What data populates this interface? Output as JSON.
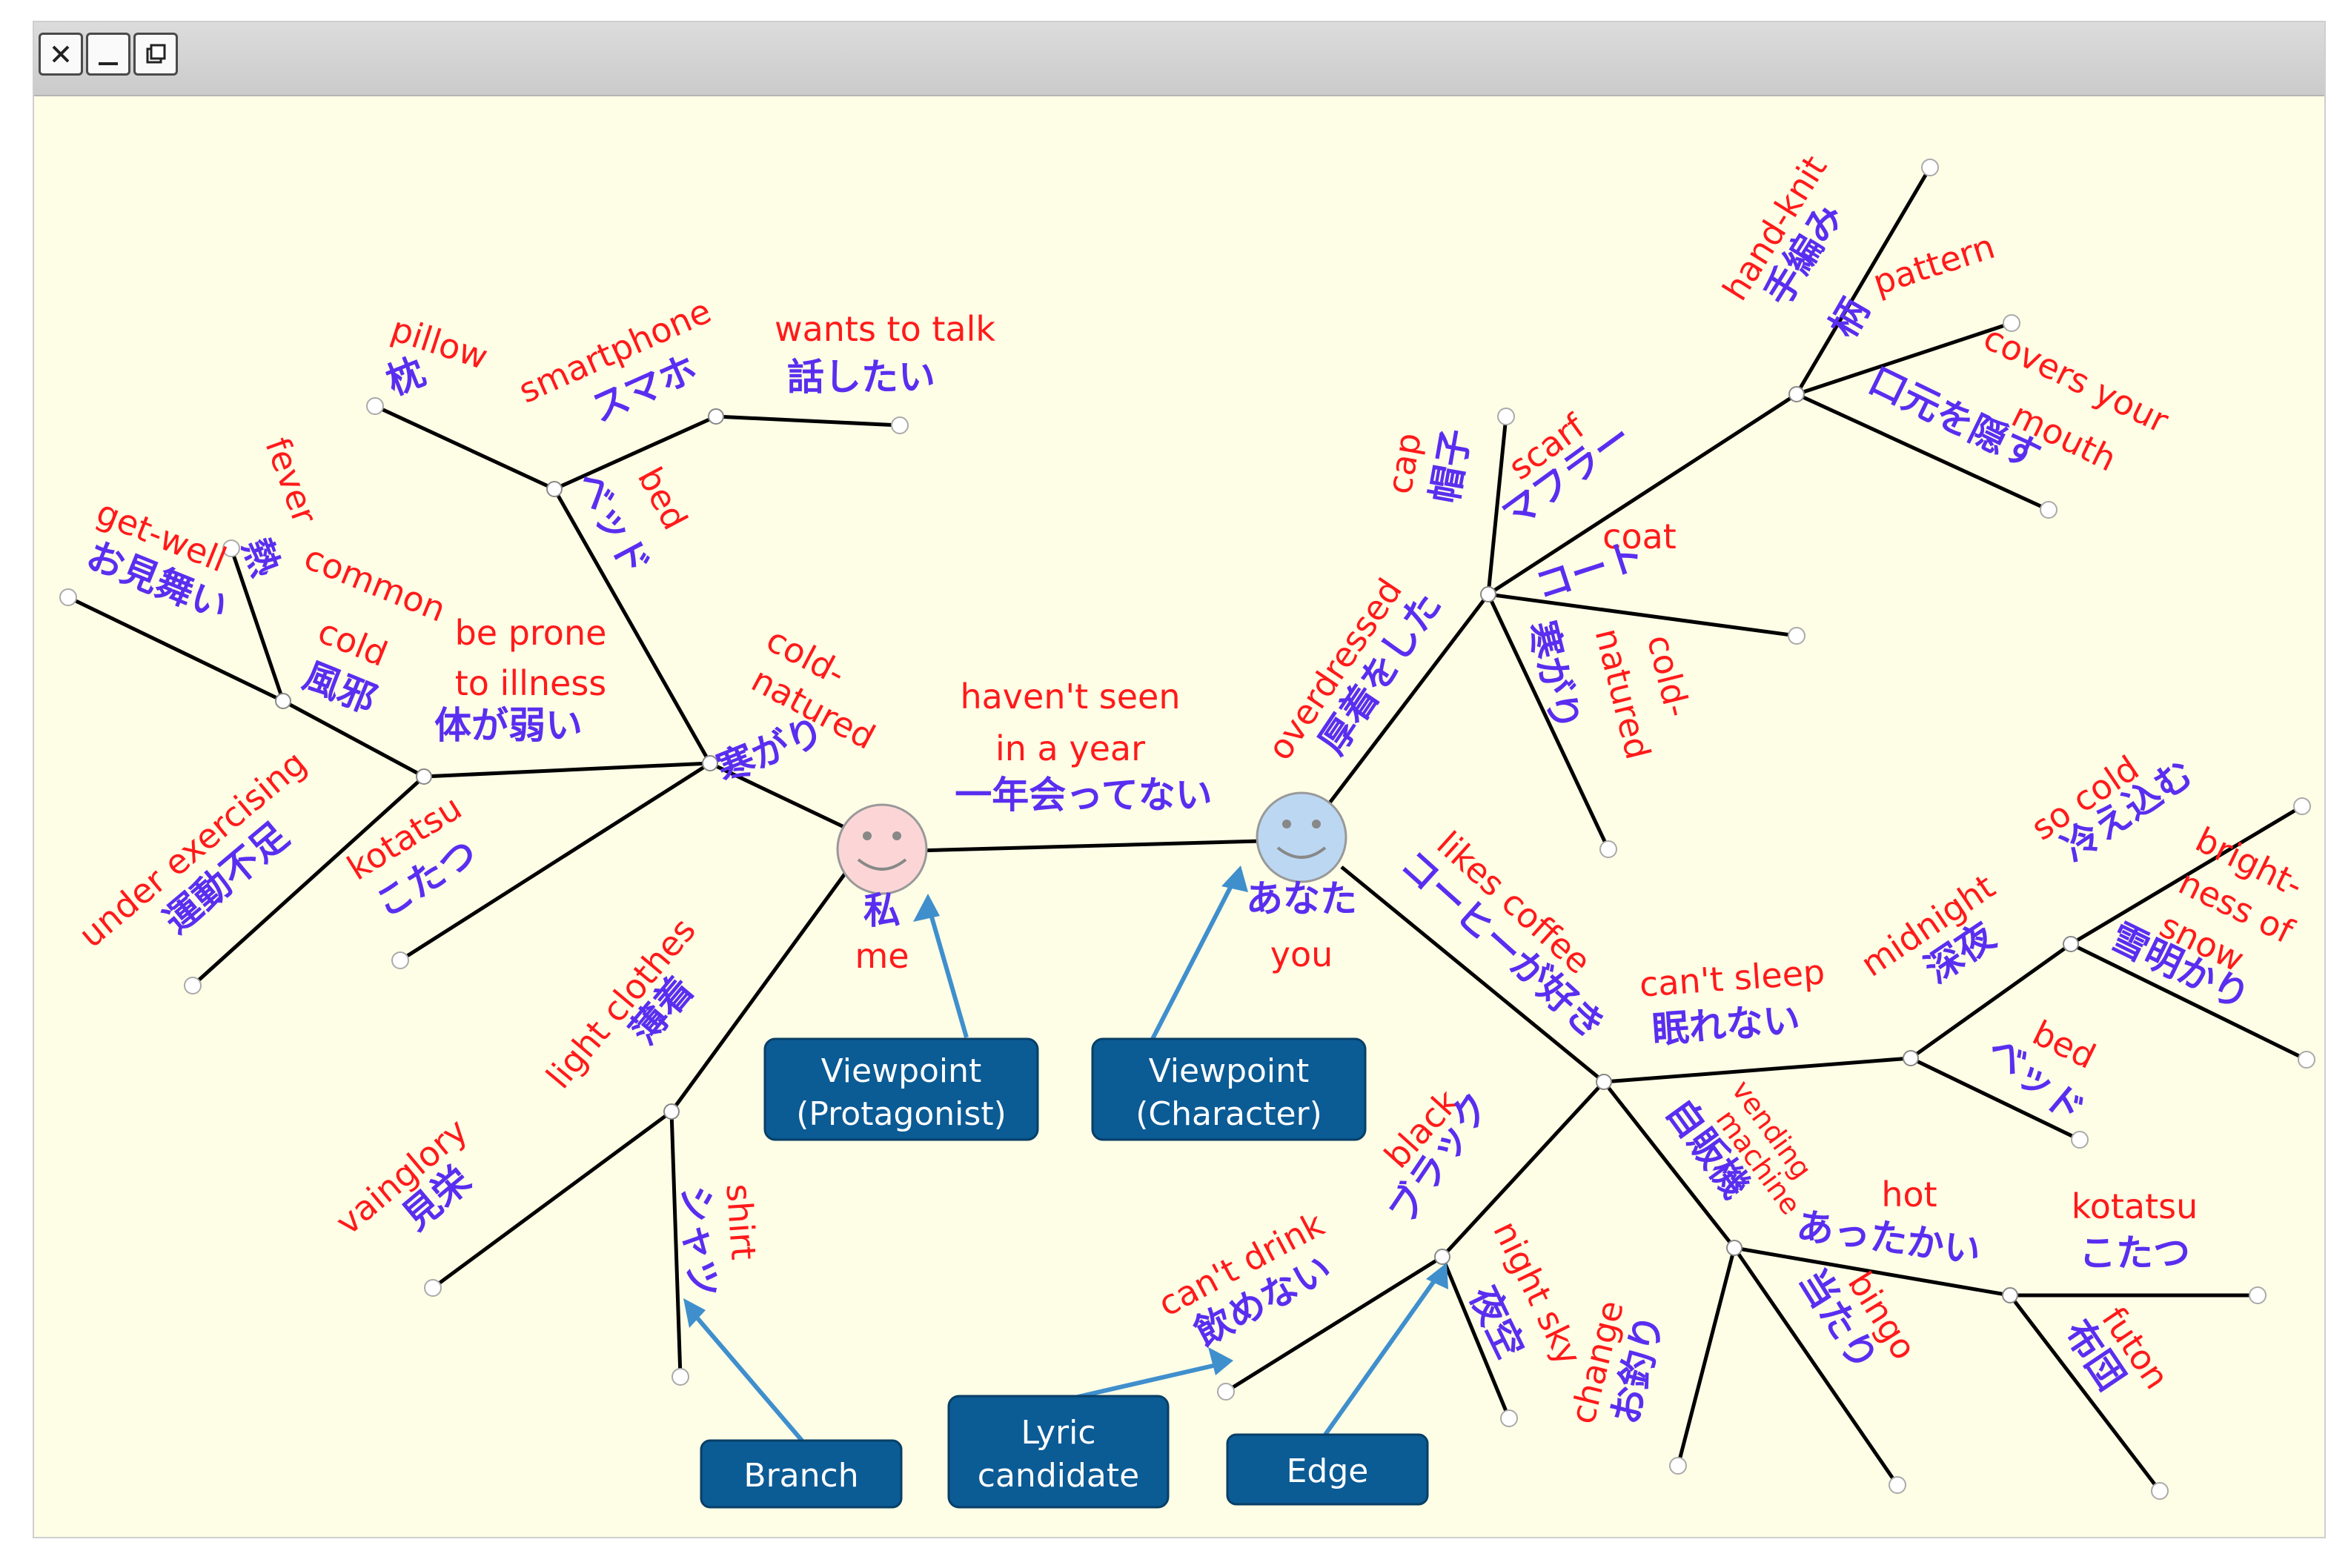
{
  "window": {
    "buttons": [
      "close-icon",
      "minimize-icon",
      "restore-icon"
    ]
  },
  "colors": {
    "english": "#ff1a1a",
    "japanese": "#5a2ef0",
    "background": "#fefde6",
    "callout": "#0b5b95",
    "arrow": "#3f8fcd"
  },
  "characters": {
    "protagonist": {
      "jp": "私",
      "en": "me",
      "face_color": "#fcd6d6"
    },
    "character": {
      "jp": "あなた",
      "en": "you",
      "face_color": "#bcd7f2"
    }
  },
  "center_edge": {
    "en1": "haven't seen",
    "en2": "in a year",
    "jp": "一年会ってない"
  },
  "protagonist_branches": {
    "cold_natured": {
      "en1": "cold-",
      "en2": "natured",
      "jp": "寒がり"
    },
    "bed": {
      "en": "bed",
      "jp": "ベッド"
    },
    "pillow": {
      "en": "pillow",
      "jp": "枕"
    },
    "smartphone": {
      "en": "smartphone",
      "jp": "スマホ"
    },
    "wants_to_talk": {
      "en": "wants to talk",
      "jp": "話したい"
    },
    "be_prone": {
      "en1": "be prone",
      "en2": "to illness",
      "jp": "体が弱い"
    },
    "common_cold": {
      "en1": "common",
      "en2": "cold",
      "jp": "風邪"
    },
    "fever": {
      "en": "fever",
      "jp": "熱"
    },
    "get_well": {
      "en": "get-well",
      "jp": "お見舞い"
    },
    "under_exercising": {
      "en": "under exercising",
      "jp": "運動不足"
    },
    "kotatsu": {
      "en": "kotatsu",
      "jp": "こたつ"
    },
    "light_clothes": {
      "en": "light clothes",
      "jp": "薄着"
    },
    "vainglory": {
      "en": "vainglory",
      "jp": "見栄"
    },
    "shirt": {
      "en": "shirt",
      "jp": "シャツ"
    }
  },
  "character_branches": {
    "overdressed": {
      "en": "overdressed",
      "jp": "厚着をした"
    },
    "cap": {
      "en": "cap",
      "jp": "帽子"
    },
    "scarf": {
      "en": "scarf",
      "jp": "マフラー"
    },
    "coat": {
      "en": "coat",
      "jp": "コート"
    },
    "cold_natured": {
      "en1": "cold-",
      "en2": "natured",
      "jp": "寒がり"
    },
    "hand_knit": {
      "en": "hand-knit",
      "jp": "手編み"
    },
    "pattern": {
      "en": "pattern",
      "jp": "柄"
    },
    "covers_mouth": {
      "en1": "covers your",
      "en2": "mouth",
      "jp": "口元を隠す"
    },
    "likes_coffee": {
      "en": "likes coffee",
      "jp": "コーヒーが好き"
    },
    "cant_sleep": {
      "en": "can't sleep",
      "jp": "眠れない"
    },
    "midnight": {
      "en": "midnight",
      "jp": "深夜"
    },
    "so_cold": {
      "en": "so cold",
      "jp": "冷え込む"
    },
    "brightness_of_snow": {
      "en1": "bright-",
      "en2": "ness of",
      "en3": "snow",
      "jp": "雪明かり"
    },
    "bed": {
      "en": "bed",
      "jp": "ベッド"
    },
    "vending_machine": {
      "en1": "vending",
      "en2": "machine",
      "jp": "自販機"
    },
    "hot": {
      "en": "hot",
      "jp": "あったかい"
    },
    "kotatsu": {
      "en": "kotatsu",
      "jp": "こたつ"
    },
    "futon": {
      "en": "futon",
      "jp": "布団"
    },
    "bingo": {
      "en": "bingo",
      "jp": "当たり"
    },
    "change": {
      "en": "change",
      "jp": "お釣り"
    },
    "black": {
      "en": "black",
      "jp": "ブラック"
    },
    "cant_drink": {
      "en": "can't drink",
      "jp": "飲めない"
    },
    "night_sky": {
      "en": "night sky",
      "jp": "夜空"
    }
  },
  "callouts": {
    "protagonist": {
      "line1": "Viewpoint",
      "line2": "(Protagonist)"
    },
    "character": {
      "line1": "Viewpoint",
      "line2": "(Character)"
    },
    "branch": {
      "line1": "Branch"
    },
    "lyric": {
      "line1": "Lyric",
      "line2": "candidate"
    },
    "edge": {
      "line1": "Edge"
    }
  }
}
